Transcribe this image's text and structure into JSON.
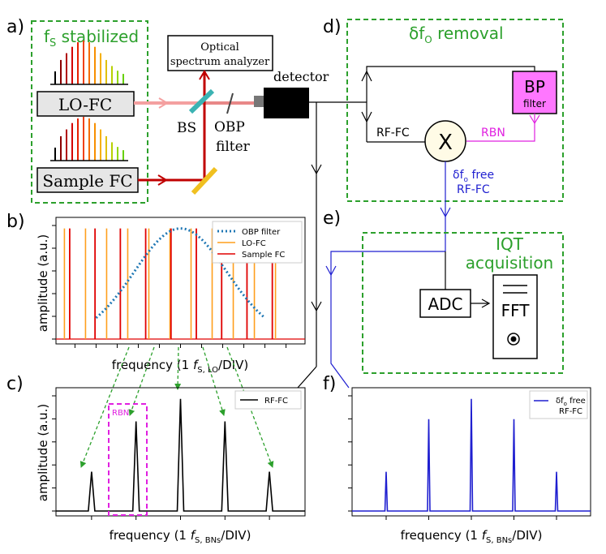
{
  "panel_labels": {
    "a": "a)",
    "b": "b)",
    "c": "c)",
    "d": "d)",
    "e": "e)",
    "f": "f)"
  },
  "setup": {
    "stabilized_base": "f",
    "stabilized_sub": "S",
    "stabilized_rest": " stabilized",
    "lo_fc": "LO-FC",
    "sample_fc": "Sample FC",
    "osa_line1": "Optical",
    "osa_line2": "spectrum analyzer",
    "detector": "detector",
    "bs": "BS",
    "obp_line1": "OBP",
    "obp_line2": "filter"
  },
  "removal": {
    "title_delta": "δf",
    "title_sub": "O",
    "title_rest": " removal",
    "bp_line1": "BP",
    "bp_line2": "filter",
    "rf_fc": "RF-FC",
    "mixer": "X",
    "rbn": "RBN",
    "free_delta": "δf",
    "free_sub": "o",
    "free_rest": " free",
    "free_line2": "RF-FC"
  },
  "acquisition": {
    "title_line1": "IQT",
    "title_line2": "acquisition",
    "adc": "ADC",
    "fft": "FFT"
  },
  "colors": {
    "green": "#2ca02c",
    "pink": "#ff77ff",
    "magenta": "#e020e0",
    "dark_red": "#c00000",
    "light_red": "#f4a0a0",
    "teal": "#3bb3b3",
    "gold": "#f0c020",
    "blue": "#1f1fd0",
    "obp_dots": "#1f77b4",
    "lo_orange": "#ff9f1c",
    "sample_red": "#e00000"
  },
  "chart_data": [
    {
      "id": "b",
      "type": "line",
      "xlabel_main": "frequency (1 ",
      "xlabel_f": "f",
      "xlabel_sub": "S, LO",
      "xlabel_end": "/DIV)",
      "ylabel": "amplitude (a.u.)",
      "legend": [
        "OBP filter",
        "LO-FC",
        "Sample FC"
      ],
      "legend_position": "top-right",
      "lo_fc_x": [
        -5.5,
        -4.5,
        -3.5,
        -2.5,
        -1.5,
        -0.5,
        0.5,
        1.5,
        2.5,
        3.5,
        4.5
      ],
      "sample_fc_x": [
        -5.25,
        -4.05,
        -2.85,
        -1.65,
        -0.45,
        0.75,
        1.95,
        3.15,
        4.35
      ],
      "obp_filter": {
        "center": 0,
        "sigma": 2.2,
        "peak": 1.0
      },
      "xlim": [
        -5.9,
        5.9
      ],
      "ylim": [
        0,
        1.1
      ]
    },
    {
      "id": "c",
      "type": "line",
      "xlabel_main": "frequency (1 ",
      "xlabel_f": "f",
      "xlabel_sub": "S, BNs",
      "xlabel_end": "/DIV)",
      "ylabel": "amplitude (a.u.)",
      "legend": [
        "RF-FC"
      ],
      "legend_position": "top-right",
      "peaks_x": [
        -2,
        -1,
        0,
        1,
        2
      ],
      "peaks_y": [
        0.35,
        0.8,
        1.0,
        0.8,
        0.35
      ],
      "highlight_label": "RBN",
      "xlim": [
        -2.8,
        2.8
      ],
      "ylim": [
        0,
        1.1
      ]
    },
    {
      "id": "f",
      "type": "line",
      "xlabel_main": "frequency (1 ",
      "xlabel_f": "f",
      "xlabel_sub": "S, BNs",
      "xlabel_end": "/DIV)",
      "legend_line1_delta": "δf",
      "legend_line1_sub": "o",
      "legend_line1_rest": " free",
      "legend_line2": "RF-FC",
      "legend_position": "top-right",
      "peaks_x": [
        -2,
        -1,
        0,
        1,
        2
      ],
      "peaks_y": [
        0.35,
        0.82,
        1.0,
        0.82,
        0.35
      ],
      "xlim": [
        -2.8,
        2.8
      ],
      "ylim": [
        0,
        1.1
      ]
    }
  ]
}
